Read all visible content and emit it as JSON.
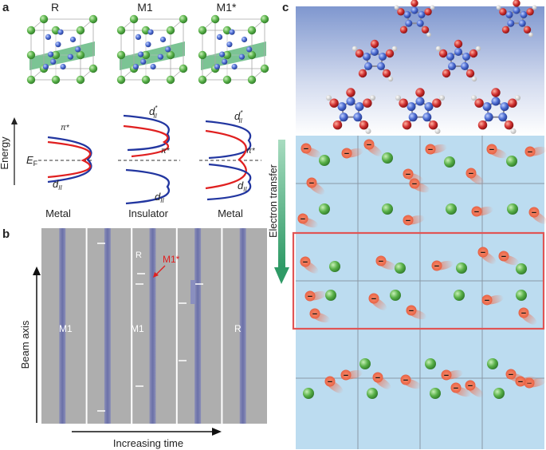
{
  "panel_a": {
    "letter": "a",
    "phases": [
      {
        "name": "R",
        "type": "Metal",
        "upper_label": "π*",
        "lower_label": "d",
        "lower_sub": "II"
      },
      {
        "name": "M1",
        "type": "Insulator",
        "upper_label": "d",
        "upper_sup": "*",
        "upper_sub": "II",
        "mid_label": "π*",
        "lower_label": "d",
        "lower_sub": "II"
      },
      {
        "name": "M1*",
        "type": "Metal",
        "upper_label": "d",
        "upper_sup": "*",
        "upper_sub": "II",
        "mid_label": "π*",
        "lower_label": "d",
        "lower_sub": "II"
      }
    ],
    "energy_axis": "Energy",
    "fermi_label": "E",
    "fermi_sub": "F"
  },
  "panel_b": {
    "letter": "b",
    "axis_y": "Beam axis",
    "axis_x": "Increasing time",
    "labels": {
      "m1_left": "M1",
      "m1_mid": "M1",
      "r_right": "R",
      "r_small": "R",
      "m1_star": "M1*"
    }
  },
  "panel_c": {
    "letter": "c",
    "axis": "Electron transfer",
    "electron_symbol": "−"
  },
  "colors": {
    "lattice_green": "#4caf50",
    "lattice_blue": "#3b5fc0",
    "band_red": "#e02020",
    "band_blue": "#2236a0",
    "panel_b_bg": "#aeaeae",
    "panel_c_bg": "#bcdcf0",
    "electron": "#f07050",
    "highlight_box": "#e05555",
    "arrow_green": "#3aa070"
  }
}
